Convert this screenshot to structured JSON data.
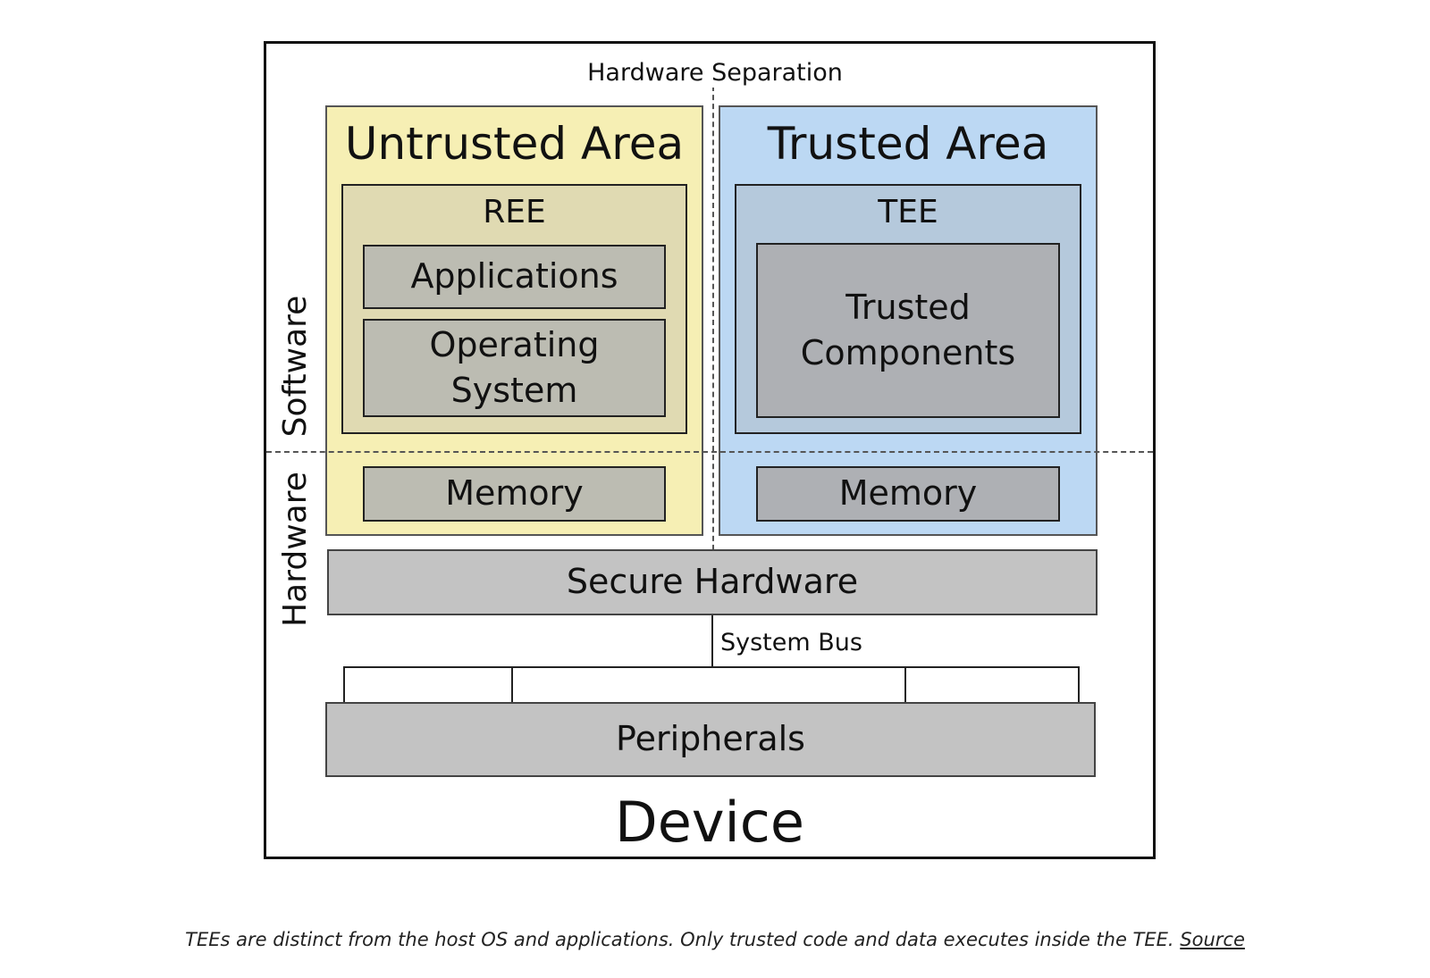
{
  "diagram": {
    "hardware_separation_label": "Hardware Separation",
    "untrusted_area": {
      "title": "Untrusted Area",
      "env_label": "REE",
      "applications_label": "Applications",
      "os_label": "Operating System",
      "memory_label": "Memory",
      "fill_color": "#f6efb4"
    },
    "trusted_area": {
      "title": "Trusted Area",
      "env_label": "TEE",
      "components_label_line1": "Trusted",
      "components_label_line2": "Components",
      "memory_label": "Memory",
      "fill_color": "#bcd8f3"
    },
    "software_label": "Software",
    "hardware_label": "Hardware",
    "secure_hardware_label": "Secure Hardware",
    "system_bus_label": "System Bus",
    "peripherals_label": "Peripherals",
    "device_label": "Device"
  },
  "caption": {
    "text": "TEEs are distinct from the host OS and applications. Only trusted code and data executes inside the TEE.",
    "link_text": "Source"
  }
}
